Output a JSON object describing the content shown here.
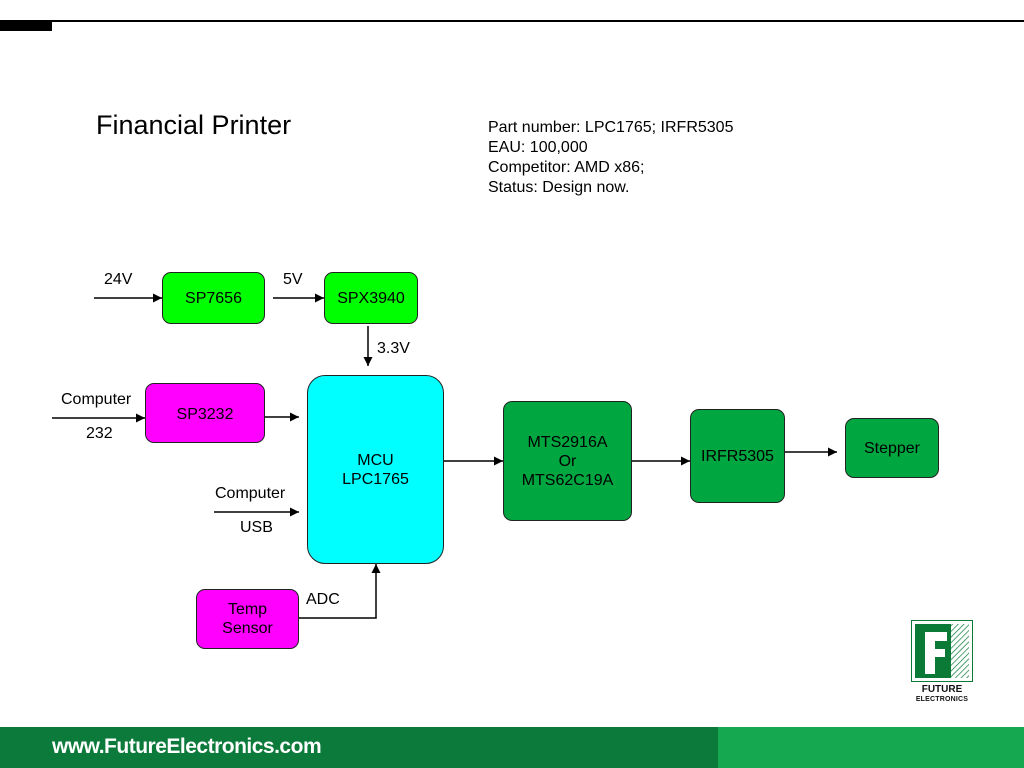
{
  "title": "Financial Printer",
  "info": {
    "part_number": "Part number:  LPC1765; IRFR5305",
    "eau": "EAU: 100,000",
    "competitor": "Competitor: AMD x86;",
    "status": "Status: Design now."
  },
  "blocks": {
    "sp7656": "SP7656",
    "spx3940": "SPX3940",
    "sp3232": "SP3232",
    "mcu_line1": "MCU",
    "mcu_line2": "LPC1765",
    "mts_line1": "MTS2916A",
    "mts_line2": "Or",
    "mts_line3": "MTS62C19A",
    "irfr": "IRFR5305",
    "stepper": "Stepper",
    "temp_line1": "Temp",
    "temp_line2": "Sensor"
  },
  "labels": {
    "v24": "24V",
    "v5": "5V",
    "v33": "3.3V",
    "computer1": "Computer",
    "rs232": "232",
    "computer2": "Computer",
    "usb": "USB",
    "adc": "ADC"
  },
  "logo": {
    "line1": "FUTURE",
    "line2": "ELECTRONICS",
    "color": "#0a7a36"
  },
  "footer": {
    "url": "www.FutureElectronics.com"
  },
  "colors": {
    "power_block": "#00ff00",
    "interface_block": "#ff00ff",
    "mcu_block": "#00ffff",
    "driver_block": "#00a63f",
    "footer_dark": "#0b7a3a",
    "footer_light": "#16a850"
  }
}
